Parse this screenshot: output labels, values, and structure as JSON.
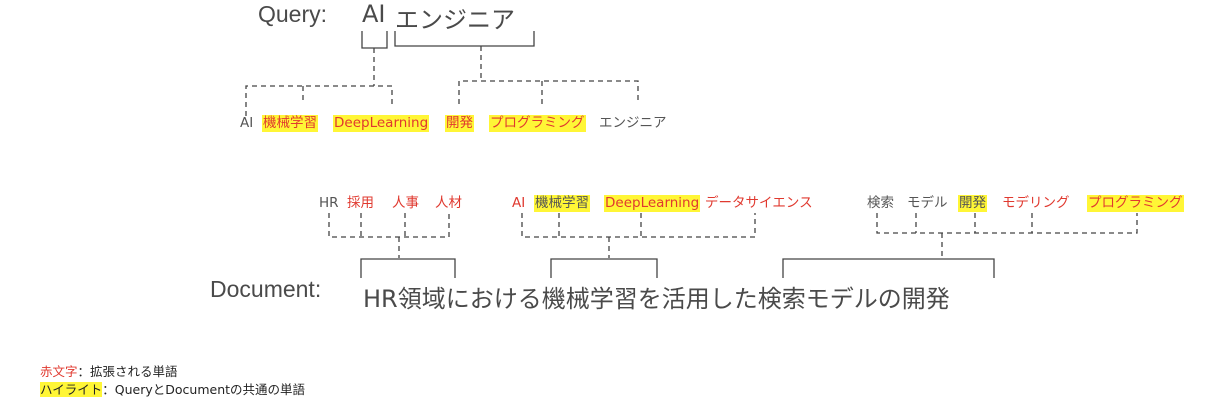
{
  "query": {
    "label": "Query:",
    "tokens": [
      "AI",
      "エンジニア"
    ],
    "expansions": [
      {
        "group": "AI",
        "terms": [
          {
            "text": "AI",
            "expanded": false,
            "shared": false
          },
          {
            "text": "機械学習",
            "expanded": true,
            "shared": true
          },
          {
            "text": "DeepLearning",
            "expanded": true,
            "shared": true
          }
        ]
      },
      {
        "group": "エンジニア",
        "terms": [
          {
            "text": "開発",
            "expanded": true,
            "shared": true
          },
          {
            "text": "プログラミング",
            "expanded": true,
            "shared": true
          },
          {
            "text": "エンジニア",
            "expanded": false,
            "shared": false
          }
        ]
      }
    ]
  },
  "document": {
    "label": "Document:",
    "text": "HR領域における機械学習を活用した検索モデルの開発",
    "segments": [
      "HR領域",
      "における",
      "機械学習",
      "を活用した",
      "検索モデルの開発"
    ],
    "expansions": [
      {
        "group": "HR領域",
        "terms": [
          {
            "text": "HR",
            "expanded": false,
            "shared": false
          },
          {
            "text": "採用",
            "expanded": true,
            "shared": false
          },
          {
            "text": "人事",
            "expanded": true,
            "shared": false
          },
          {
            "text": "人材",
            "expanded": true,
            "shared": false
          }
        ]
      },
      {
        "group": "機械学習",
        "terms": [
          {
            "text": "AI",
            "expanded": true,
            "shared": false
          },
          {
            "text": "機械学習",
            "expanded": false,
            "shared": true
          },
          {
            "text": "DeepLearning",
            "expanded": true,
            "shared": true
          },
          {
            "text": "データサイエンス",
            "expanded": true,
            "shared": false
          }
        ]
      },
      {
        "group": "検索モデルの開発",
        "terms": [
          {
            "text": "検索",
            "expanded": false,
            "shared": false
          },
          {
            "text": "モデル",
            "expanded": false,
            "shared": false
          },
          {
            "text": "開発",
            "expanded": false,
            "shared": true
          },
          {
            "text": "モデリング",
            "expanded": true,
            "shared": false
          },
          {
            "text": "プログラミング",
            "expanded": true,
            "shared": true
          }
        ]
      }
    ]
  },
  "legend": {
    "items": [
      {
        "key": "赤文字",
        "separator": "：",
        "description": "拡張される単語"
      },
      {
        "key": "ハイライト",
        "separator": "：",
        "description": "QueryとDocumentの共通の単語"
      }
    ]
  },
  "colors": {
    "expanded_text": "#e0392f",
    "highlight": "#fff636",
    "base_text": "#4a4a4a",
    "lines": "#444444"
  }
}
